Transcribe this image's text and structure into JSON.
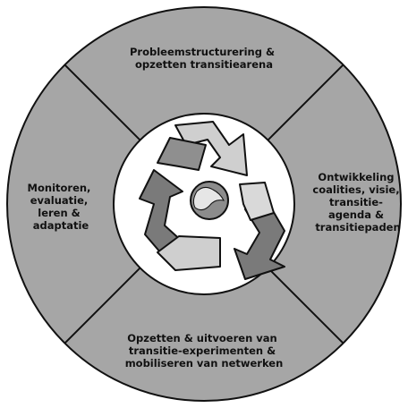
{
  "diagram": {
    "segments": [
      {
        "id": "top",
        "lines": [
          "Probleemstructurering &",
          "opzetten transitiearena"
        ]
      },
      {
        "id": "right",
        "lines": [
          "Ontwikkeling",
          "coalities, visie,",
          "transitie-",
          "agenda &",
          "transitiepaden"
        ]
      },
      {
        "id": "bottom",
        "lines": [
          "Opzetten & uitvoeren van",
          "transitie-experimenten &",
          "mobiliseren van netwerken"
        ]
      },
      {
        "id": "left",
        "lines": [
          "Monitoren,",
          "evaluatie,",
          "leren &",
          "adaptatie"
        ]
      }
    ],
    "center_icon": "recycle-arrows-with-globe-icon",
    "colors": {
      "ring_fill": "#a6a6a6",
      "outline": "#111111",
      "inner_circle": "#ffffff",
      "arrow_dark": "#7a7a7a",
      "arrow_light": "#cfcfcf",
      "globe": "#8c8c8c"
    }
  }
}
